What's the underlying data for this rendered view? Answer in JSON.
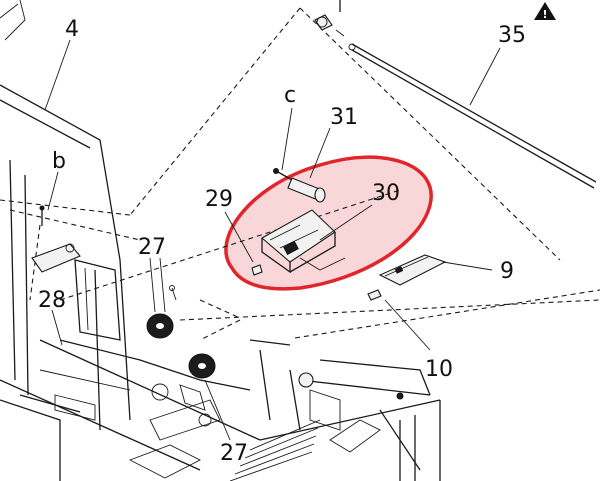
{
  "labels": {
    "l4": "4",
    "lb": "b",
    "l27a": "27",
    "l28": "28",
    "l27b": "27",
    "l29": "29",
    "lc": "c",
    "l31": "31",
    "l30": "30",
    "l35": "35",
    "l9": "9",
    "l10": "10"
  },
  "warning_symbol": "!",
  "colors": {
    "highlight_fill": "#f9d7d9",
    "highlight_stroke": "#e0262b",
    "line": "#1a1a1a"
  },
  "icons": [
    "warning-triangle-icon"
  ]
}
